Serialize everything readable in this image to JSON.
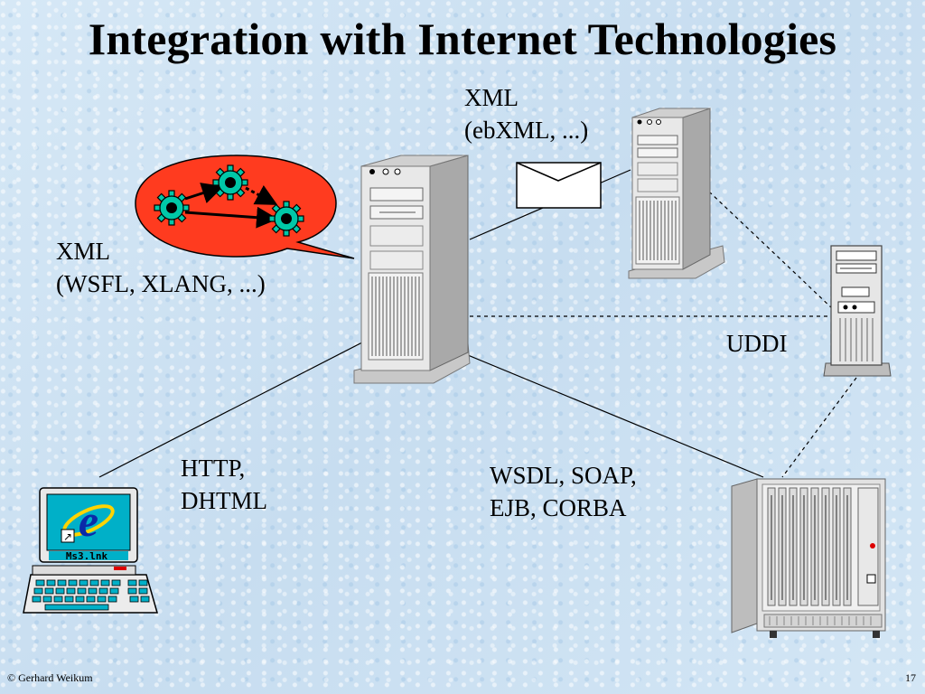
{
  "title": "Integration with Internet Technologies",
  "labels": {
    "xml_ebxml_line1": "XML",
    "xml_ebxml_line2": "(ebXML, ...)",
    "xml_wsfl_line1": "XML",
    "xml_wsfl_line2": "(WSFL, XLANG, ...)",
    "uddi": "UDDI",
    "http_line1": "HTTP,",
    "http_line2": "DHTML",
    "wsdl_line1": "WSDL, SOAP,",
    "wsdl_line2": "EJB, CORBA"
  },
  "client": {
    "shortcut_label": "Ms3.lnk"
  },
  "footer": {
    "copyright": "© Gerhard Weikum",
    "page_number": "17"
  },
  "colors": {
    "bubble": "#ff3b1f",
    "gear": "#00c8a8",
    "envelope": "#ffffff",
    "server": "#e4e4e4"
  }
}
